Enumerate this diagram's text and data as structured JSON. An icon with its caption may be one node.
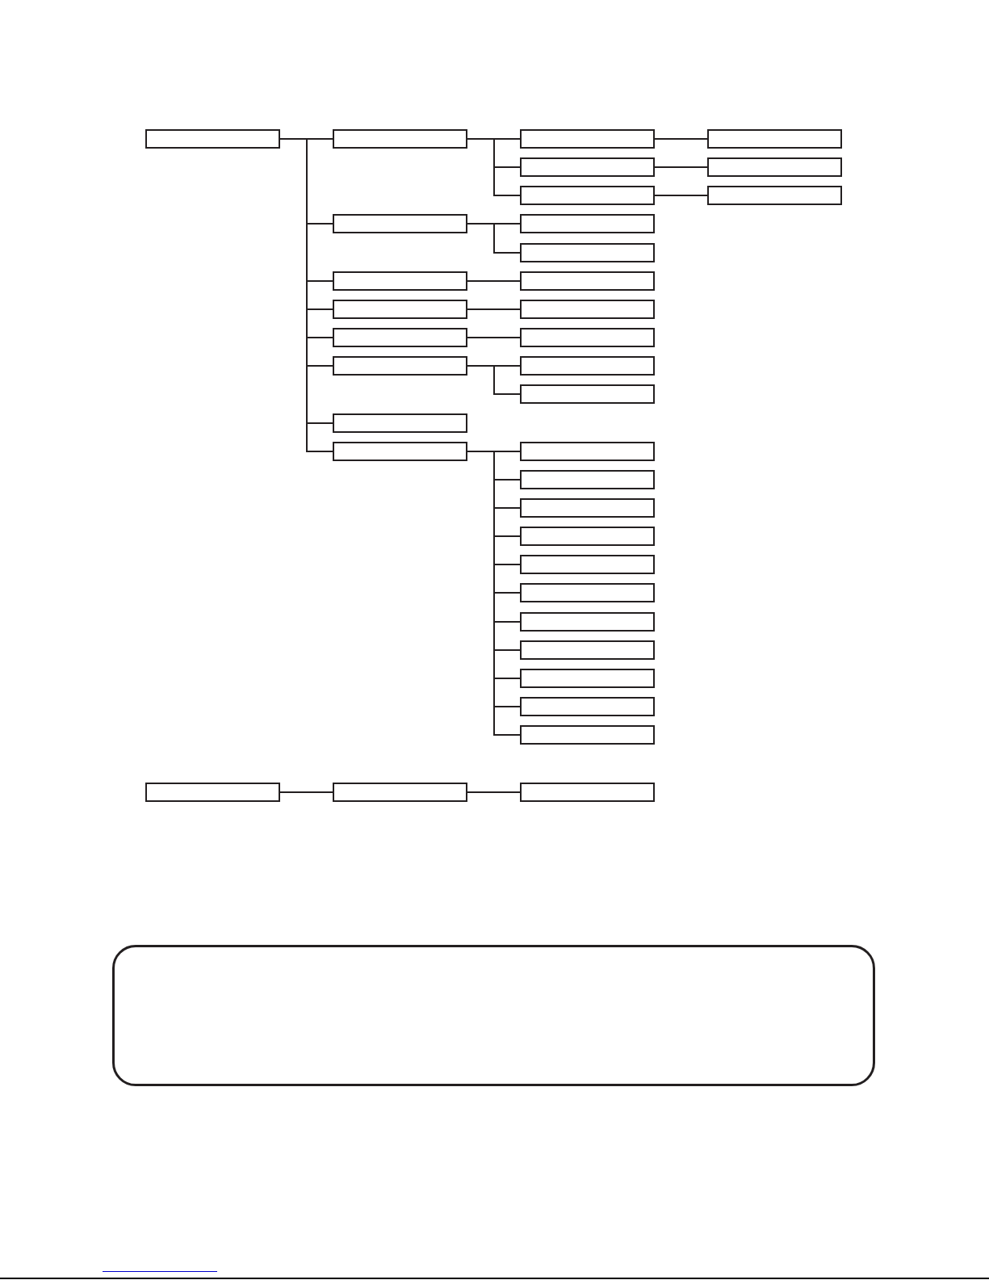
{
  "diagram": {
    "nodes": [
      {
        "text": [],
        "shape": "box"
      },
      {
        "text": [],
        "shape": "box"
      },
      {
        "text": [],
        "shape": "box"
      },
      {
        "text": [],
        "shape": "box"
      },
      {
        "text": [],
        "shape": "box"
      },
      {
        "text": [],
        "shape": "box"
      },
      {
        "text": [],
        "shape": "box"
      },
      {
        "text": [],
        "shape": "box"
      },
      {
        "text": [],
        "shape": "box"
      },
      {
        "text": [],
        "shape": "box"
      },
      {
        "text": [],
        "shape": "box"
      },
      {
        "text": [],
        "shape": "box"
      },
      {
        "text": [],
        "shape": "box"
      },
      {
        "text": [],
        "shape": "box"
      },
      {
        "text": [],
        "shape": "box"
      },
      {
        "text": [],
        "shape": "box"
      },
      {
        "text": [],
        "shape": "box"
      },
      {
        "text": [],
        "shape": "box"
      },
      {
        "text": [],
        "shape": "box"
      },
      {
        "text": [],
        "shape": "box"
      },
      {
        "text": [],
        "shape": "box"
      },
      {
        "text": [],
        "shape": "box"
      },
      {
        "text": [],
        "shape": "box"
      },
      {
        "text": [],
        "shape": "box"
      },
      {
        "text": [],
        "shape": "box"
      },
      {
        "text": [],
        "shape": "box"
      },
      {
        "text": [],
        "shape": "box"
      },
      {
        "text": [],
        "shape": "box"
      },
      {
        "text": [],
        "shape": "box"
      },
      {
        "text": [],
        "shape": "box"
      },
      {
        "text": [],
        "shape": "box"
      },
      {
        "text": [],
        "shape": "box"
      },
      {
        "text": [],
        "shape": "box"
      },
      {
        "text": [],
        "shape": "box"
      },
      {
        "text": [],
        "shape": "box"
      },
      {
        "text": [],
        "shape": "box"
      },
      {
        "text": [],
        "shape": "box"
      }
    ],
    "edges": [
      {
        "from": 0,
        "to": 1,
        "arrow": "none"
      },
      {
        "from": 0,
        "to": 8,
        "arrow": "none"
      },
      {
        "from": 0,
        "to": 11,
        "arrow": "none"
      },
      {
        "from": 0,
        "to": 13,
        "arrow": "none"
      },
      {
        "from": 0,
        "to": 15,
        "arrow": "none"
      },
      {
        "from": 0,
        "to": 17,
        "arrow": "none"
      },
      {
        "from": 0,
        "to": 20,
        "arrow": "none"
      },
      {
        "from": 0,
        "to": 21,
        "arrow": "none"
      },
      {
        "from": 1,
        "to": 2,
        "arrow": "none"
      },
      {
        "from": 1,
        "to": 4,
        "arrow": "none"
      },
      {
        "from": 1,
        "to": 6,
        "arrow": "none"
      },
      {
        "from": 2,
        "to": 3,
        "arrow": "none"
      },
      {
        "from": 4,
        "to": 5,
        "arrow": "none"
      },
      {
        "from": 6,
        "to": 7,
        "arrow": "none"
      },
      {
        "from": 8,
        "to": 9,
        "arrow": "none"
      },
      {
        "from": 8,
        "to": 10,
        "arrow": "none"
      },
      {
        "from": 11,
        "to": 12,
        "arrow": "none"
      },
      {
        "from": 13,
        "to": 14,
        "arrow": "none"
      },
      {
        "from": 15,
        "to": 16,
        "arrow": "none"
      },
      {
        "from": 17,
        "to": 18,
        "arrow": "none"
      },
      {
        "from": 17,
        "to": 19,
        "arrow": "none"
      },
      {
        "from": 21,
        "to": 22,
        "arrow": "none"
      },
      {
        "from": 21,
        "to": 23,
        "arrow": "none"
      },
      {
        "from": 21,
        "to": 24,
        "arrow": "none"
      },
      {
        "from": 21,
        "to": 25,
        "arrow": "none"
      },
      {
        "from": 21,
        "to": 26,
        "arrow": "none"
      },
      {
        "from": 21,
        "to": 27,
        "arrow": "none"
      },
      {
        "from": 21,
        "to": 28,
        "arrow": "none"
      },
      {
        "from": 21,
        "to": 29,
        "arrow": "none"
      },
      {
        "from": 21,
        "to": 30,
        "arrow": "none"
      },
      {
        "from": 21,
        "to": 31,
        "arrow": "none"
      },
      {
        "from": 21,
        "to": 32,
        "arrow": "none"
      },
      {
        "from": 33,
        "to": 34,
        "arrow": "none"
      },
      {
        "from": 34,
        "to": 35,
        "arrow": "none"
      }
    ]
  }
}
